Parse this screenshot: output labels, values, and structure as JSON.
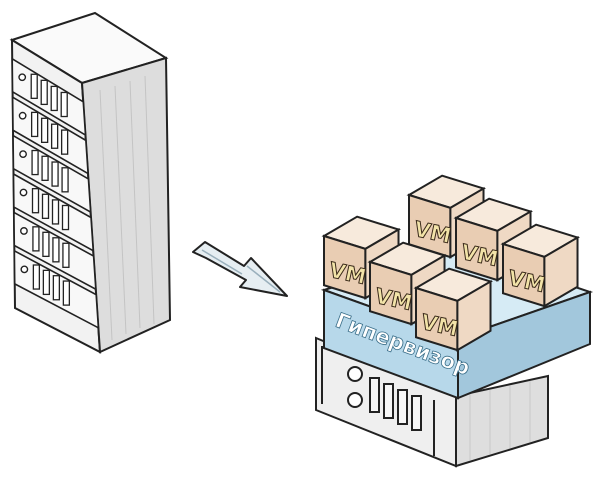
{
  "diagram": {
    "hypervisor_label": "Гипервизор",
    "vm_label": "VM",
    "rack_units": 6,
    "vms": [
      {
        "id": "vm-back-1",
        "label": "VM"
      },
      {
        "id": "vm-back-2",
        "label": "VM"
      },
      {
        "id": "vm-back-3",
        "label": "VM"
      },
      {
        "id": "vm-front-1",
        "label": "VM"
      },
      {
        "id": "vm-front-2",
        "label": "VM"
      },
      {
        "id": "vm-front-3",
        "label": "VM"
      }
    ],
    "colors": {
      "line": "#222222",
      "rack_face": "#f4f4f4",
      "rack_side": "#dcdcdc",
      "vm_top": "#f7eadc",
      "vm_front": "#e9cdb3",
      "vm_side": "#efd9c4",
      "vm_text": "#f2e3a8",
      "vm_text_outline": "#3a2a1a",
      "hypervisor_front": "#b7d8ea",
      "hypervisor_top": "#d6ebf5",
      "hypervisor_side": "#a2c7dc",
      "hypervisor_text": "#ffffff",
      "arrow_fill": "#e6eef2"
    }
  }
}
